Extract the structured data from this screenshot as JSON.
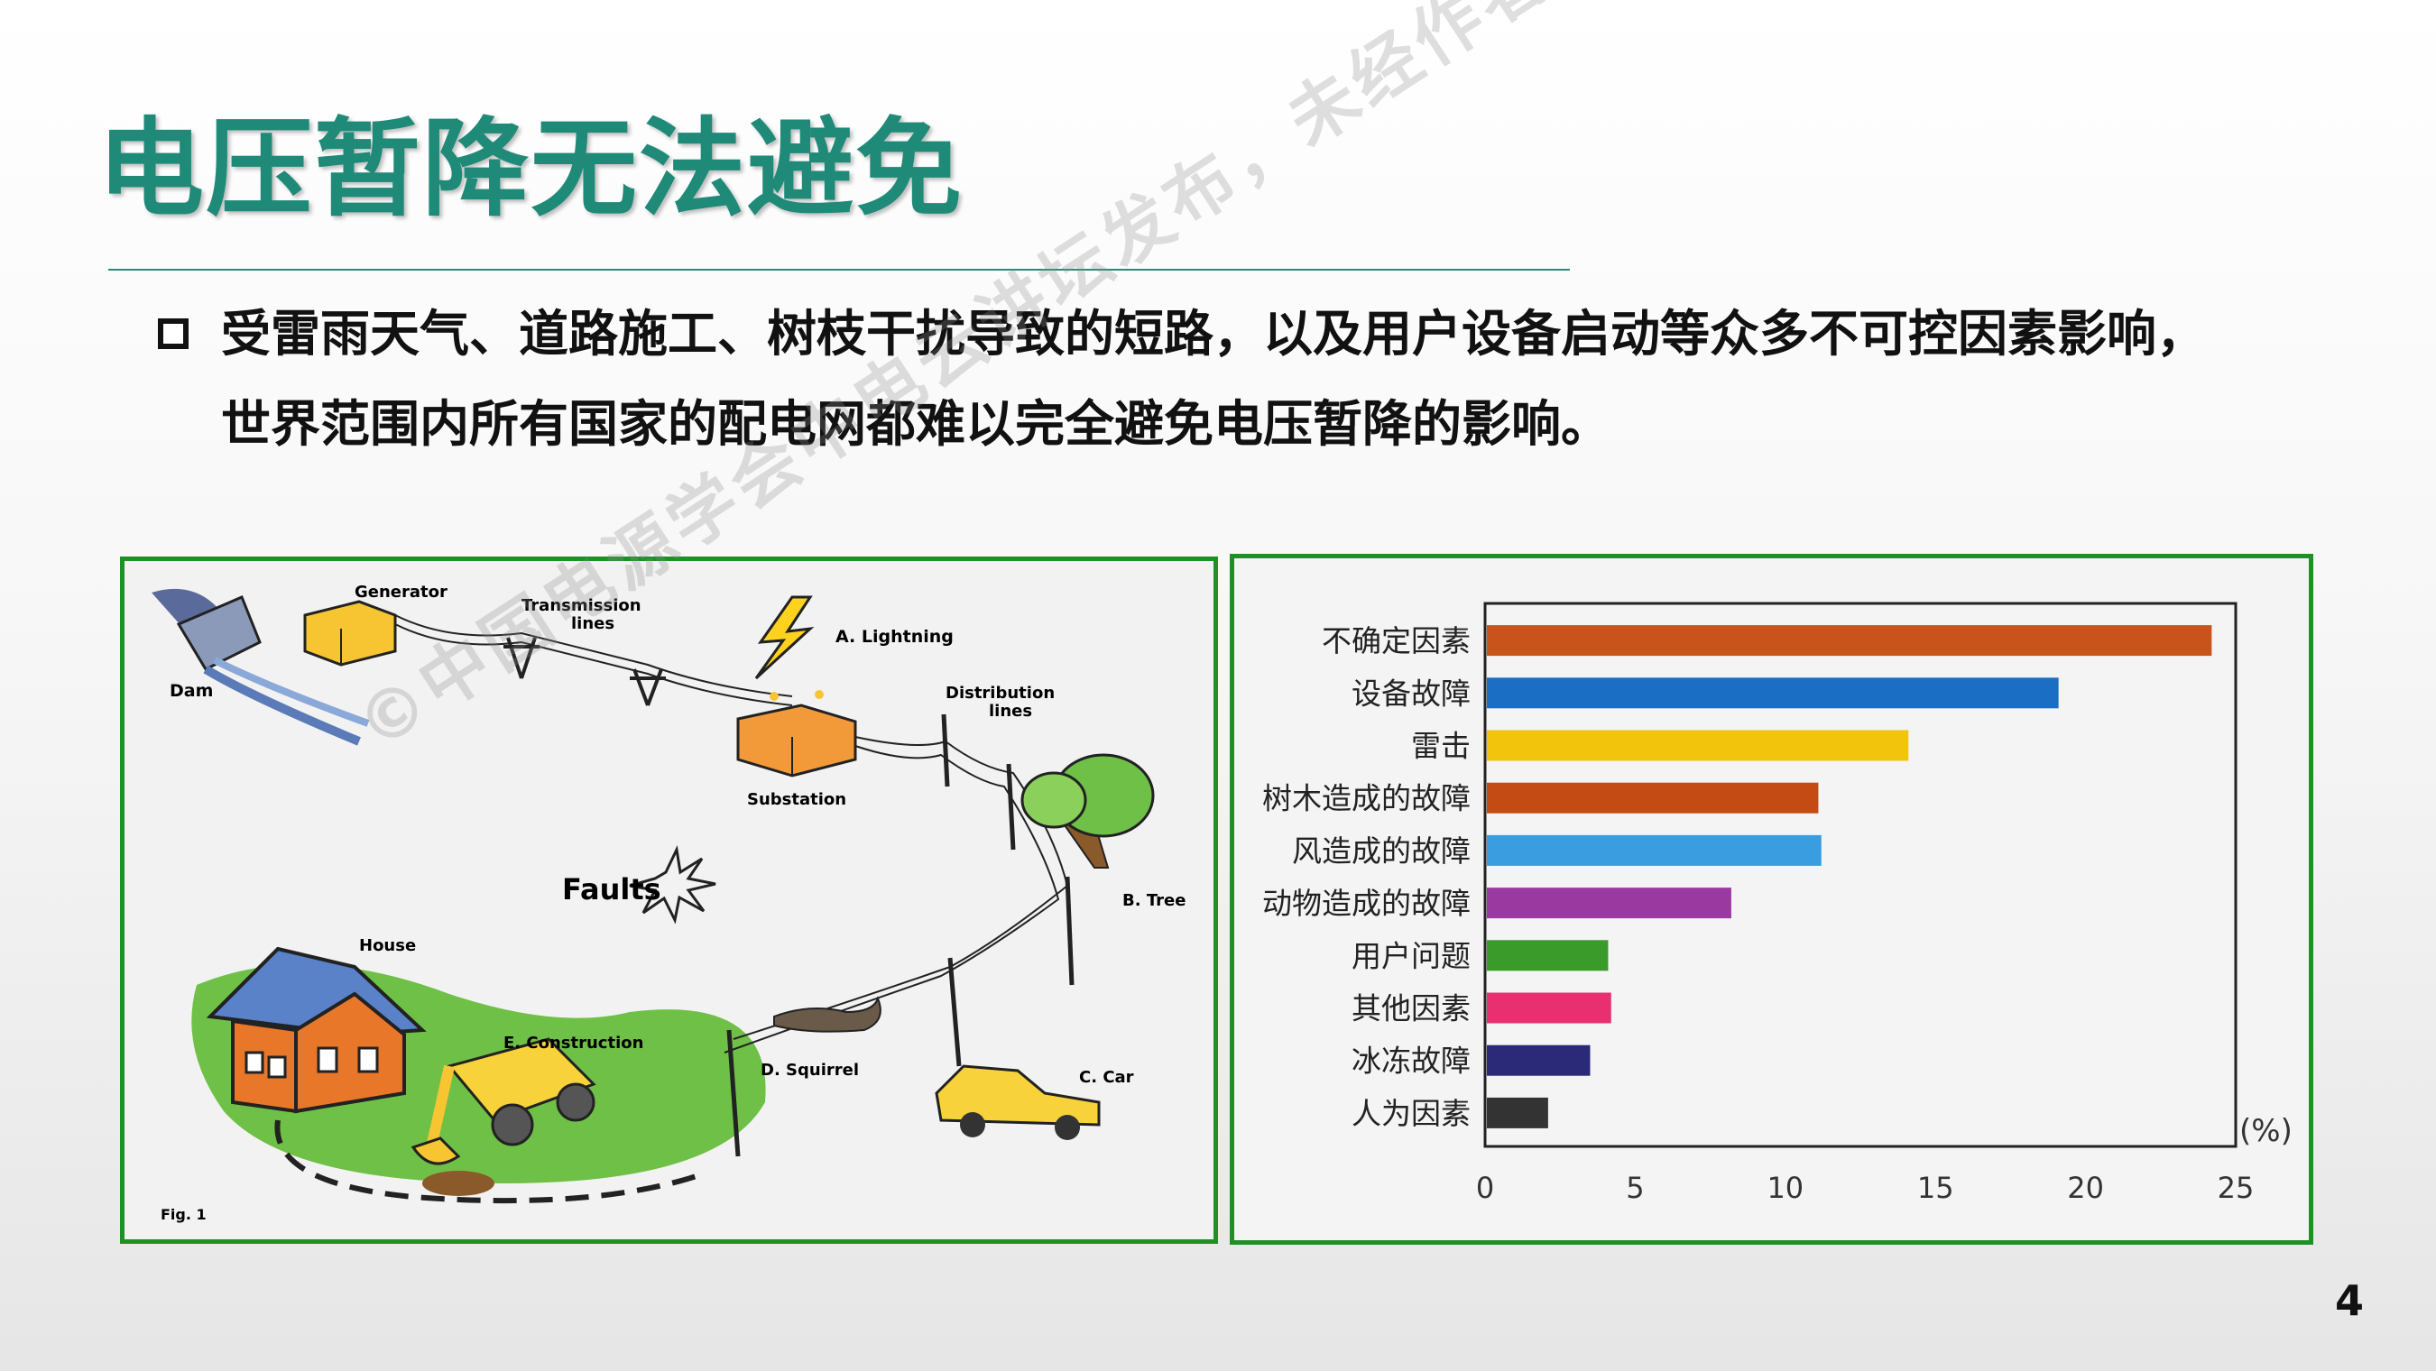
{
  "slide": {
    "title": "电压暂降无法避免",
    "paragraph_line1": "受雷雨天气、道路施工、树枝干扰导致的短路，以及用户设备启动等众多不可控因素影响，",
    "paragraph_line2": "世界范围内所有国家的配电网都难以完全避免电压暂降的影响。",
    "page_number": "4"
  },
  "watermark": "©中国电源学会中电云讲坛发布，未经作者同意禁止转载",
  "diagram": {
    "labels": {
      "generator": "Generator",
      "transmission": "Transmission",
      "transmission2": "lines",
      "lightning": "A. Lightning",
      "dam": "Dam",
      "distribution": "Distribution",
      "distribution2": "lines",
      "substation": "Substation",
      "faults": "Faults",
      "tree": "B. Tree",
      "house": "House",
      "construction": "E. Construction",
      "squirrel": "D. Squirrel",
      "car": "C. Car",
      "fig": "Fig. 1"
    }
  },
  "chart_data": {
    "type": "bar",
    "orientation": "horizontal",
    "categories": [
      "不确定因素",
      "设备故障",
      "雷击",
      "树木造成的故障",
      "风造成的故障",
      "动物造成的故障",
      "用户问题",
      "其他因素",
      "冰冻故障",
      "人为因素"
    ],
    "values": [
      24.2,
      19.1,
      14.1,
      11.1,
      11.2,
      8.2,
      4.1,
      4.2,
      3.5,
      2.1
    ],
    "colors": [
      "#c8541c",
      "#1a6fc4",
      "#f2c40c",
      "#c44b14",
      "#3a9de0",
      "#9a3aa0",
      "#3a9a2a",
      "#e83070",
      "#2a2a78",
      "#333333"
    ],
    "x_ticks": [
      "0",
      "5",
      "10",
      "15",
      "20",
      "25"
    ],
    "xlim": [
      0,
      25
    ],
    "unit_label": "(%)",
    "grid": false
  }
}
